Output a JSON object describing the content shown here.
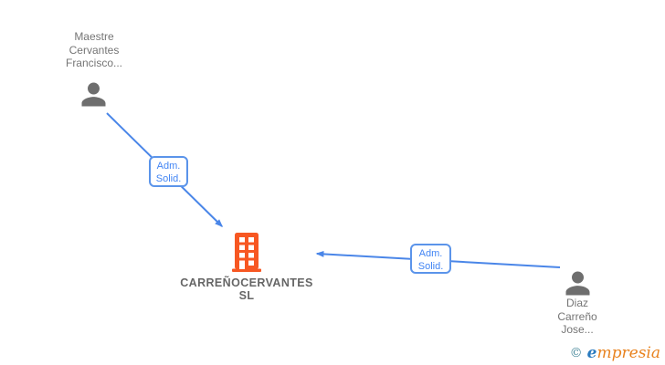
{
  "diagram": {
    "type": "company-relations-graph",
    "nodes": {
      "person_top_left": {
        "label": "Maestre Cervantes Francisco...",
        "kind": "person"
      },
      "person_right": {
        "label": "Diaz Carreño Jose...",
        "kind": "person"
      },
      "company_center": {
        "label": "CARREÑOCERVANTES SL",
        "kind": "company"
      }
    },
    "edges": [
      {
        "from": "person_top_left",
        "to": "company_center",
        "label": "Adm. Solid."
      },
      {
        "from": "person_right",
        "to": "company_center",
        "label": "Adm. Solid."
      }
    ]
  },
  "colors": {
    "edge_blue": "#4a86e8",
    "badge_border_blue": "#5b94ea",
    "badge_text_blue": "#4285f4",
    "person_gray": "#6e6e6e",
    "person_label_gray": "#757575",
    "company_label_gray": "#666666",
    "building_orange": "#f75722",
    "logo_copyright_teal": "#4a8a9c",
    "logo_e_blue": "#2b7bbf",
    "logo_rest_orange": "#e8821e",
    "background": "#ffffff"
  },
  "logo": {
    "copyright": "©",
    "brand_first": "e",
    "brand_rest": "mpresia"
  }
}
